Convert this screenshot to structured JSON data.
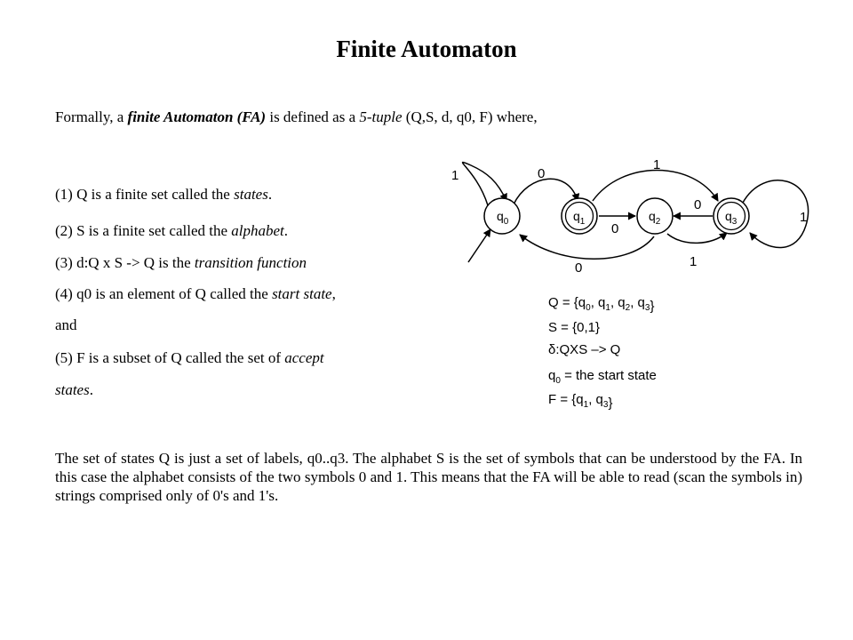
{
  "title": "Finite Automaton",
  "intro": {
    "pre": "Formally, a ",
    "term": "finite Automaton (FA)",
    "mid": " is defined as a ",
    "tuple": "5-tuple",
    "post": " (Q,S, d, q0, F) where,"
  },
  "items": [
    {
      "pre": "(1) Q is a finite set called the ",
      "em": "states",
      "post": "."
    },
    {
      "pre": "(2) S is a finite set called the ",
      "em": "alphabet",
      "post": "."
    },
    {
      "pre": "(3) d:Q x S -> Q is the ",
      "em": "transition function",
      "post": ""
    },
    {
      "pre": "(4) q0 is an element of Q called the ",
      "em": "start state",
      "post": ","
    },
    {
      "pre": "and",
      "em": "",
      "post": ""
    },
    {
      "pre": "(5) F is a subset of Q called the set of ",
      "em": "accept",
      "post": ""
    },
    {
      "pre": "",
      "em": "states",
      "post": "."
    }
  ],
  "paragraph": "The set of states Q is just a set of labels, q0..q3.  The alphabet S is the set of symbols that can be understood by the FA.  In this case the alphabet consists of the two symbols 0 and 1.  This means that the FA will be able to read (scan the symbols in) strings comprised only of 0's and 1's.",
  "diagram": {
    "states": [
      {
        "base": "q",
        "sub": "0",
        "accept": false
      },
      {
        "base": "q",
        "sub": "1",
        "accept": true
      },
      {
        "base": "q",
        "sub": "2",
        "accept": false
      },
      {
        "base": "q",
        "sub": "3",
        "accept": true
      }
    ],
    "edge_labels": {
      "q0_self": "1",
      "q0_q1": "0",
      "q1_q3": "1",
      "q1_q2": "0",
      "q3_q2": "0",
      "q3_self": "1",
      "q2_q0": "0",
      "q2_lower": "1"
    },
    "definition": [
      {
        "type": "set",
        "lead": "Q = {",
        "items": [
          [
            "q",
            "0"
          ],
          [
            "q",
            "1"
          ],
          [
            "q",
            "2"
          ],
          [
            "q",
            "3"
          ]
        ],
        "tail": "}"
      },
      {
        "type": "text",
        "text": "S = {0,1}"
      },
      {
        "type": "text",
        "text": "δ:QXS –> Q"
      },
      {
        "type": "sub",
        "base": "q",
        "sub": "0",
        "text": " = the start state"
      },
      {
        "type": "set",
        "lead": "F = {",
        "items": [
          [
            "q",
            "1"
          ],
          [
            "q",
            "3"
          ]
        ],
        "tail": "}"
      }
    ]
  }
}
